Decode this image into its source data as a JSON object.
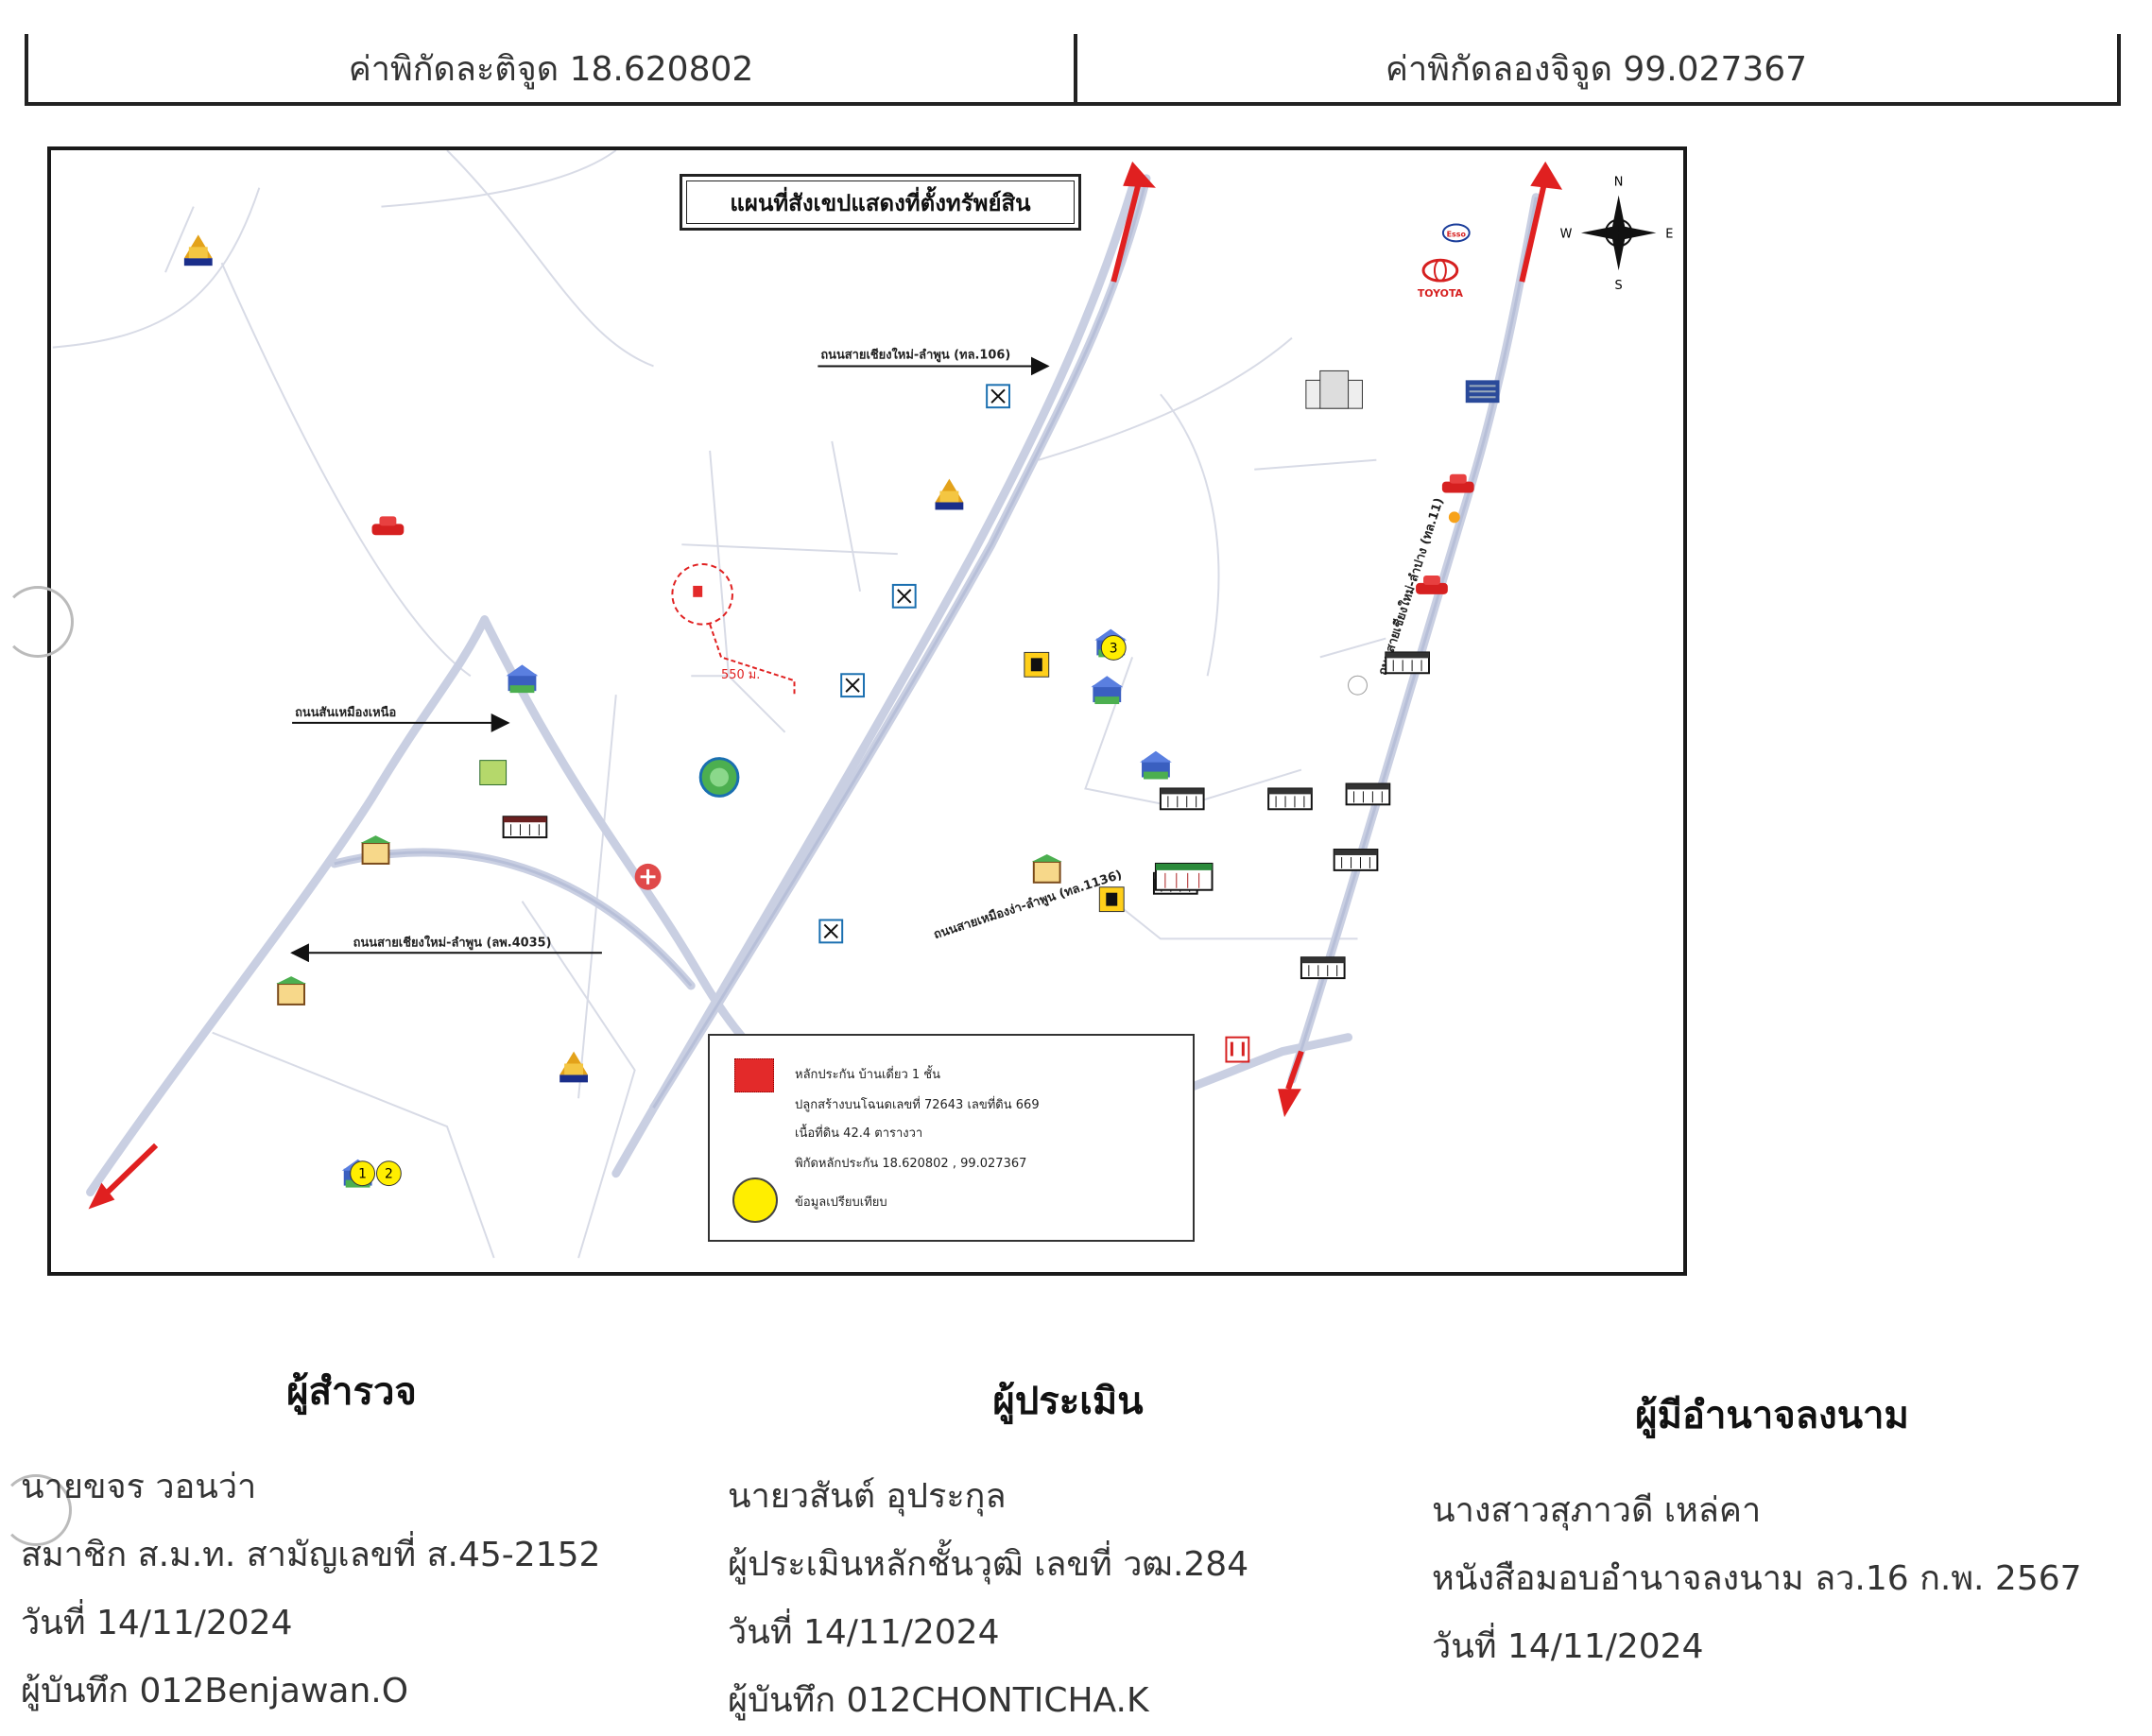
{
  "coords": {
    "lat_label": "ค่าพิกัดละติจูด 18.620802",
    "lng_label": "ค่าพิกัดลองจิจูด 99.027367"
  },
  "map": {
    "title": "แผนที่สังเขปแสดงที่ตั้งทรัพย์สิน",
    "distance_label": "550 ม.",
    "compass": {
      "n": "N",
      "s": "S",
      "e": "E",
      "w": "W"
    },
    "brand_labels": {
      "toyota": "TOYOTA",
      "esso": "Esso"
    },
    "comparables": [
      "1",
      "2",
      "3"
    ]
  },
  "legend": {
    "collateral": "หลักประกัน บ้านเดี่ยว 1 ชั้น",
    "deed": "ปลูกสร้างบนโฉนดเลขที่ 72643 เลขที่ดิน 669",
    "area": "เนื้อที่ดิน 42.4 ตารางวา",
    "coordinates": "พิกัดหลักประกัน 18.620802 , 99.027367",
    "comparable": "ข้อมูลเปรียบเทียบ"
  },
  "signatures": {
    "surveyor": {
      "role": "ผู้สำรวจ",
      "name": "นายขจร วอนว่า",
      "cert": "สมาชิก ส.ม.ท. สามัญเลขที่ ส.45-2152",
      "date": "วันที่ 14/11/2024",
      "recorder": "ผู้บันทึก 012Benjawan.O"
    },
    "appraiser": {
      "role": "ผู้ประเมิน",
      "name": "นายวสันต์ อุประกุล",
      "cert": "ผู้ประเมินหลักชั้นวุฒิ เลขที่ วฒ.284",
      "date": "วันที่ 14/11/2024",
      "recorder": "ผู้บันทึก 012CHONTICHA.K"
    },
    "authorized": {
      "role": "ผู้มีอำนาจลงนาม",
      "name": "นางสาวสุภาวดี เหล่คา",
      "cert": "หนังสือมอบอำนาจลงนาม ลว.16 ก.พ. 2567",
      "date": "วันที่ 14/11/2024"
    }
  },
  "colors": {
    "road": "#cfd4e4",
    "road_major": "#b9c0d6",
    "arrow": "#e02020",
    "collateral": "#e32a2a",
    "comparable": "#ffee00"
  }
}
